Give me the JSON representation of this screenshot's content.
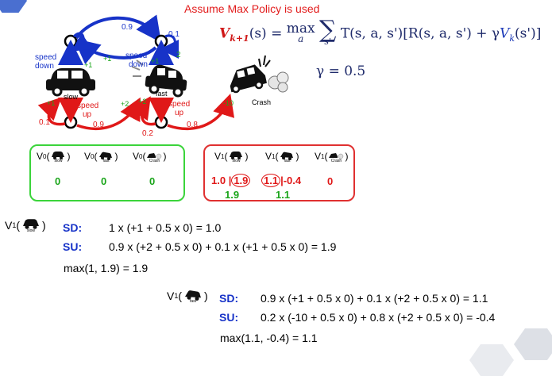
{
  "note": "Assume Max Policy is used",
  "formula": {
    "lhs": "V",
    "lhs_sub": "k+1",
    "lhs_arg": "(s) = ",
    "max": "max",
    "max_sub": "a",
    "sum_sub": "s'",
    "body_a": "T(s, a, s')[R(s, a, s') + γ",
    "vk": "V",
    "vk_sub": "k",
    "body_b": "(s')]"
  },
  "gamma": "γ = 0.5",
  "mdp": {
    "slow_label": "slow",
    "fast_label": "fast",
    "crash_label": "Crash",
    "top_prob": "0.9",
    "top_right_prob": "0.1",
    "slow_self_prob": "1",
    "fast_self_prob": "2",
    "speed_down_slow": "speed down",
    "speed_down_fast": "speed down",
    "plus1_a": "+1",
    "plus1_b": "+1",
    "plus1_c": "+1",
    "speed_up_slow": "speed up",
    "speed_up_fast": "speed up",
    "plus1_d": "+1",
    "plus2_a": "+2",
    "plus2_b": "+2",
    "minus10": "-10",
    "p01": "0.1",
    "p09": "0.9",
    "p02": "0.2",
    "p08": "0.8"
  },
  "v0": {
    "label": "V",
    "sub": "0",
    "states": [
      "slow",
      "fast",
      "Crash"
    ],
    "values": [
      "0",
      "0",
      "0"
    ]
  },
  "v1": {
    "label": "V",
    "sub": "1",
    "states": [
      "slow",
      "fast",
      "Crash"
    ],
    "slow_a": "1.0",
    "slow_b": "1.9",
    "fast_a": "1.1",
    "fast_b": "-0.4",
    "crash": "0",
    "slow_max": "1.9",
    "fast_max": "1.1"
  },
  "calc_slow": {
    "v_label": "V",
    "v_sub": "1",
    "state": "slow",
    "sd_label": "SD:",
    "sd_expr": "1 x (+1 + 0.5 x 0) = 1.0",
    "su_label": "SU:",
    "su_expr": "0.9 x (+2 + 0.5 x 0) + 0.1 x (+1 + 0.5 x 0) = 1.9",
    "max_expr": "max(1, 1.9) = 1.9"
  },
  "calc_fast": {
    "v_label": "V",
    "v_sub": "1",
    "state": "fast",
    "sd_label": "SD:",
    "sd_expr": "0.9 x (+1 + 0.5 x 0) + 0.1 x (+2 + 0.5 x 0) = 1.1",
    "su_label": "SU:",
    "su_expr": "0.2 x (-10 + 0.5 x 0) + 0.8 x (+2 + 0.5 x 0) = -0.4",
    "max_expr": "max(1.1, -0.4) = 1.1"
  }
}
